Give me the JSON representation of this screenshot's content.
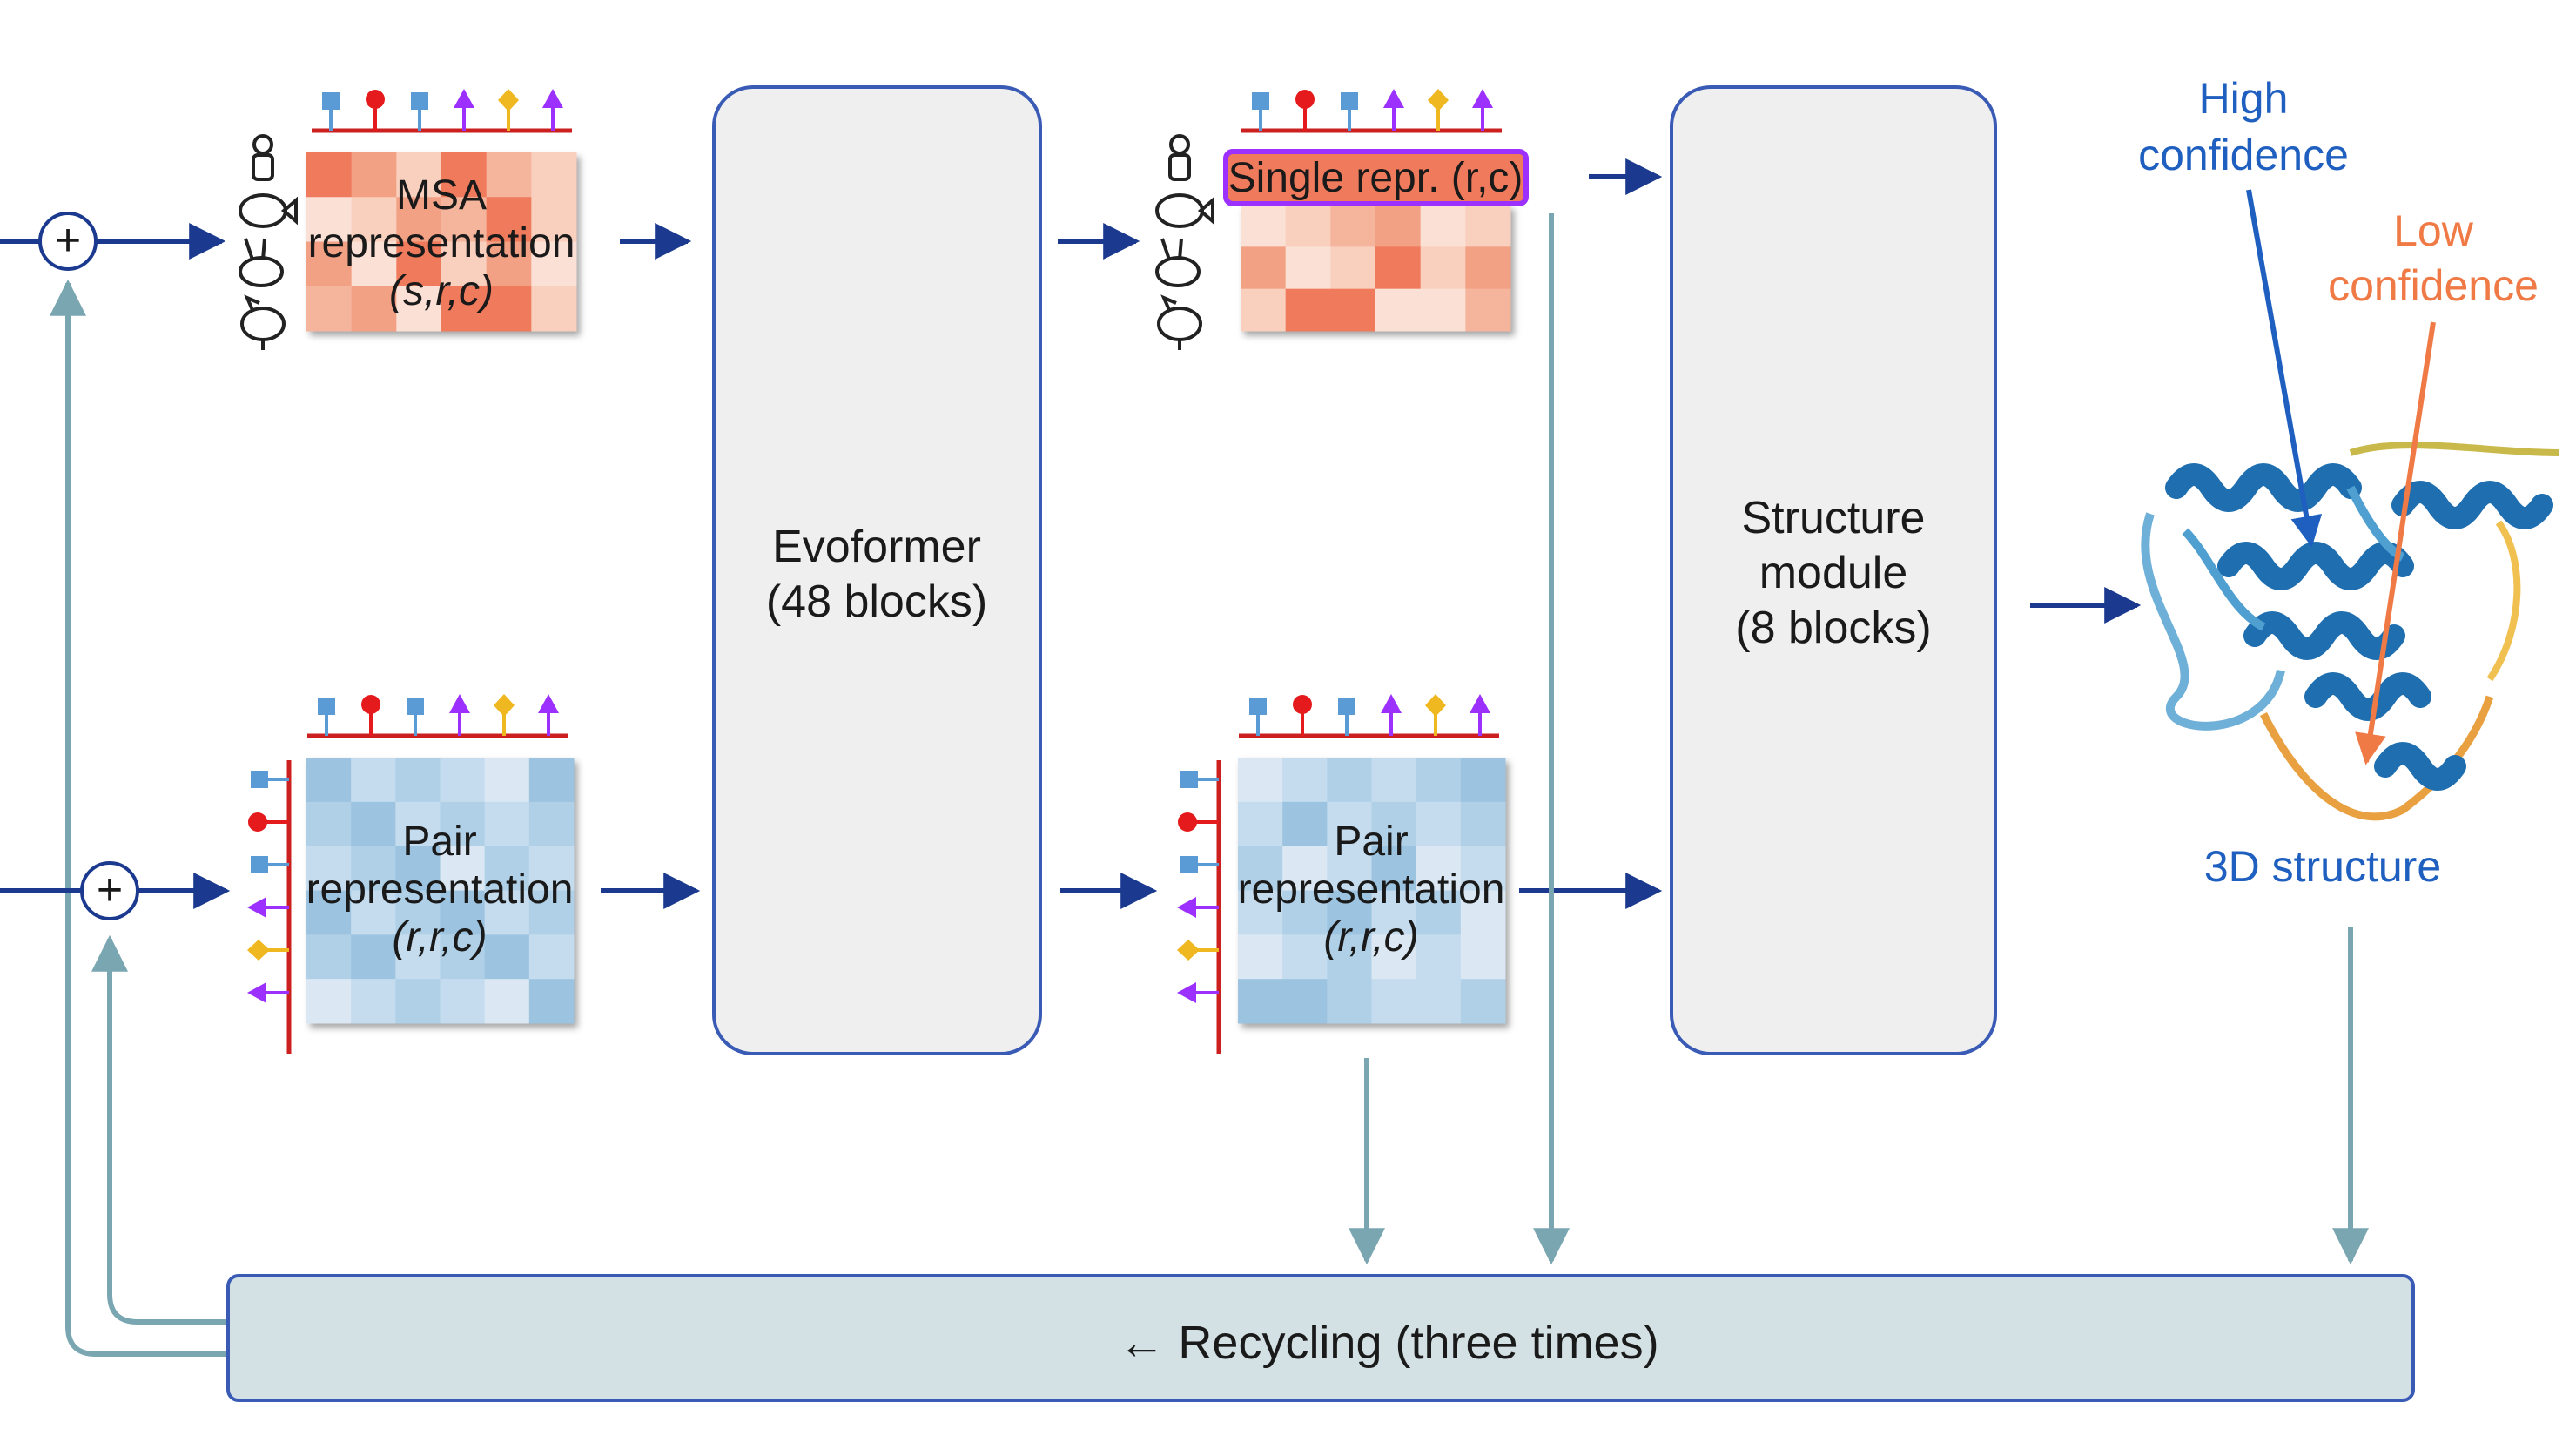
{
  "msa_block": {
    "line1": "MSA",
    "line2": "representation",
    "line3": "(s,r,c)"
  },
  "pair_block_in": {
    "line1": "Pair",
    "line2": "representation",
    "line3": "(r,r,c)"
  },
  "evoformer": {
    "line1": "Evoformer",
    "line2": "(48 blocks)"
  },
  "single_block": {
    "label": "Single repr. (r,c)"
  },
  "pair_block_out": {
    "line1": "Pair",
    "line2": "representation",
    "line3": "(r,r,c)"
  },
  "structure_module": {
    "line1": "Structure",
    "line2": "module",
    "line3": "(8 blocks)"
  },
  "confidence": {
    "high_line1": "High",
    "high_line2": "confidence",
    "low_line1": "Low",
    "low_line2": "confidence"
  },
  "output": {
    "label": "3D structure"
  },
  "recycling": {
    "label": "← Recycling (three times)"
  },
  "colors": {
    "arrow": "#1b3a8f",
    "recycle_arrow": "#7aa6b2",
    "box_fill": "#efefef",
    "box_stroke": "#3a5bb5",
    "recycle_fill": "#d3e0e4",
    "high_confidence": "#1f5fbf",
    "low_confidence": "#f07a46",
    "residue_line": "#cc1f1f",
    "single_highlight": "#9b30ff"
  },
  "heatmaps": {
    "msa": [
      [
        "#f07a5c",
        "#f3a185",
        "#f9d0be",
        "#f07a5c",
        "#f5b49c",
        "#f9d0be"
      ],
      [
        "#fbe0d6",
        "#f9d0be",
        "#f3a185",
        "#f5b49c",
        "#f07a5c",
        "#f9d0be"
      ],
      [
        "#f3a185",
        "#fbe0d6",
        "#f07a5c",
        "#f9d0be",
        "#f3a185",
        "#fbe0d6"
      ],
      [
        "#f5b49c",
        "#f3a185",
        "#fbe0d6",
        "#f07a5c",
        "#f07a5c",
        "#f9d0be"
      ]
    ],
    "single": [
      [
        "#fbe0d6",
        "#f9d0be",
        "#f5b49c",
        "#f3a185",
        "#fbe0d6",
        "#f9d0be"
      ],
      [
        "#f3a185",
        "#fbe0d6",
        "#f9d0be",
        "#f07a5c",
        "#f9d0be",
        "#f3a185"
      ],
      [
        "#f9d0be",
        "#f07a5c",
        "#f07a5c",
        "#fbe0d6",
        "#fbe0d6",
        "#f5b49c"
      ]
    ],
    "pair_in": [
      [
        "#9cc3e0",
        "#c5dcee",
        "#b0d0e8",
        "#c5dcee",
        "#dbe8f4",
        "#9cc3e0"
      ],
      [
        "#b0d0e8",
        "#9cc3e0",
        "#c5dcee",
        "#b0d0e8",
        "#c5dcee",
        "#b0d0e8"
      ],
      [
        "#c5dcee",
        "#b0d0e8",
        "#9cc3e0",
        "#dbe8f4",
        "#b0d0e8",
        "#c5dcee"
      ],
      [
        "#9cc3e0",
        "#c5dcee",
        "#b0d0e8",
        "#9cc3e0",
        "#c5dcee",
        "#b0d0e8"
      ],
      [
        "#b0d0e8",
        "#9cc3e0",
        "#c5dcee",
        "#b0d0e8",
        "#9cc3e0",
        "#c5dcee"
      ],
      [
        "#dbe8f4",
        "#c5dcee",
        "#b0d0e8",
        "#c5dcee",
        "#dbe8f4",
        "#9cc3e0"
      ]
    ],
    "pair_out": [
      [
        "#dbe8f4",
        "#c5dcee",
        "#b0d0e8",
        "#c5dcee",
        "#b0d0e8",
        "#9cc3e0"
      ],
      [
        "#c5dcee",
        "#9cc3e0",
        "#c5dcee",
        "#b0d0e8",
        "#c5dcee",
        "#b0d0e8"
      ],
      [
        "#b0d0e8",
        "#dbe8f4",
        "#c5dcee",
        "#9cc3e0",
        "#dbe8f4",
        "#c5dcee"
      ],
      [
        "#c5dcee",
        "#b0d0e8",
        "#9cc3e0",
        "#c5dcee",
        "#b0d0e8",
        "#dbe8f4"
      ],
      [
        "#dbe8f4",
        "#c5dcee",
        "#b0d0e8",
        "#dbe8f4",
        "#c5dcee",
        "#dbe8f4"
      ],
      [
        "#9cc3e0",
        "#9cc3e0",
        "#b0d0e8",
        "#c5dcee",
        "#c5dcee",
        "#b0d0e8"
      ]
    ]
  }
}
